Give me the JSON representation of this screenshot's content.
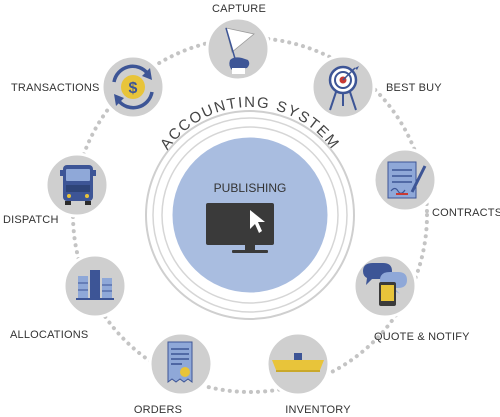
{
  "system_title": "ACCOUNTING SYSTEM",
  "center": {
    "label": "PUBLISHING",
    "icon": "monitor-cursor-icon"
  },
  "colors": {
    "node_fill": "#cfcfcf",
    "node_border": "#ffffff",
    "ring_dots": "#c4c4c4",
    "center_fill": "#a9bde0",
    "icon_blue": "#3d5596",
    "icon_light_blue": "#8fa8d8",
    "icon_gold": "#e8c43a",
    "icon_red": "#c83a34",
    "monitor": "#3a3a3a"
  },
  "nodes": [
    {
      "id": "capture",
      "label": "CAPTURE",
      "icon": "hand-flag-icon"
    },
    {
      "id": "best-buy",
      "label": "BEST BUY",
      "icon": "target-easel-icon"
    },
    {
      "id": "contracts",
      "label": "CONTRACTS",
      "icon": "document-pen-icon"
    },
    {
      "id": "quote-notify",
      "label": "QUOTE & NOTIFY",
      "icon": "chat-phone-icon"
    },
    {
      "id": "inventory",
      "label": "INVENTORY",
      "icon": "tray-icon"
    },
    {
      "id": "orders",
      "label": "ORDERS",
      "icon": "receipt-icon"
    },
    {
      "id": "allocations",
      "label": "ALLOCATIONS",
      "icon": "warehouse-icon"
    },
    {
      "id": "dispatch",
      "label": "DISPATCH",
      "icon": "truck-icon"
    },
    {
      "id": "transactions",
      "label": "TRANSACTIONS",
      "icon": "dollar-cycle-icon"
    }
  ]
}
